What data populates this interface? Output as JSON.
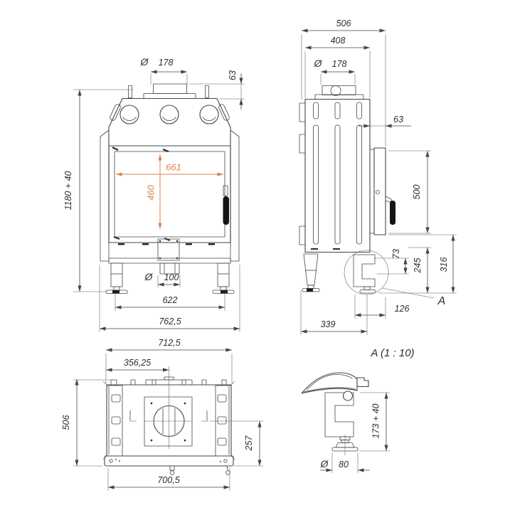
{
  "meta": {
    "background": "#ffffff",
    "line_color": "#454545",
    "accent_color": "#d9824b",
    "diameter_symbol": "Ø"
  },
  "views": {
    "front": {
      "dims": {
        "flue_dia": "178",
        "collar_height": "63",
        "glass_width": "661",
        "glass_height": "460",
        "overall_height": "1180 + 40",
        "outlet_dia": "100",
        "feet_span": "622",
        "overall_width": "762,5"
      }
    },
    "side": {
      "dims": {
        "overall_depth": "506",
        "body_depth": "408",
        "flue_dia": "178",
        "frame_offset": "63",
        "door_height": "500",
        "step_height": "73",
        "lower_height": "245",
        "base_height": "316",
        "foot_offset": "126",
        "foot_span": "339"
      },
      "detail_ref": "A"
    },
    "top": {
      "dims": {
        "overall_width": "712,5",
        "flue_center_offset": "356,25",
        "overall_depth": "506",
        "flue_center_depth": "257",
        "front_width": "700,5"
      }
    },
    "detail": {
      "title": "A (1 : 10)",
      "dims": {
        "leg_height": "173 + 40",
        "foot_dia": "80"
      }
    }
  }
}
